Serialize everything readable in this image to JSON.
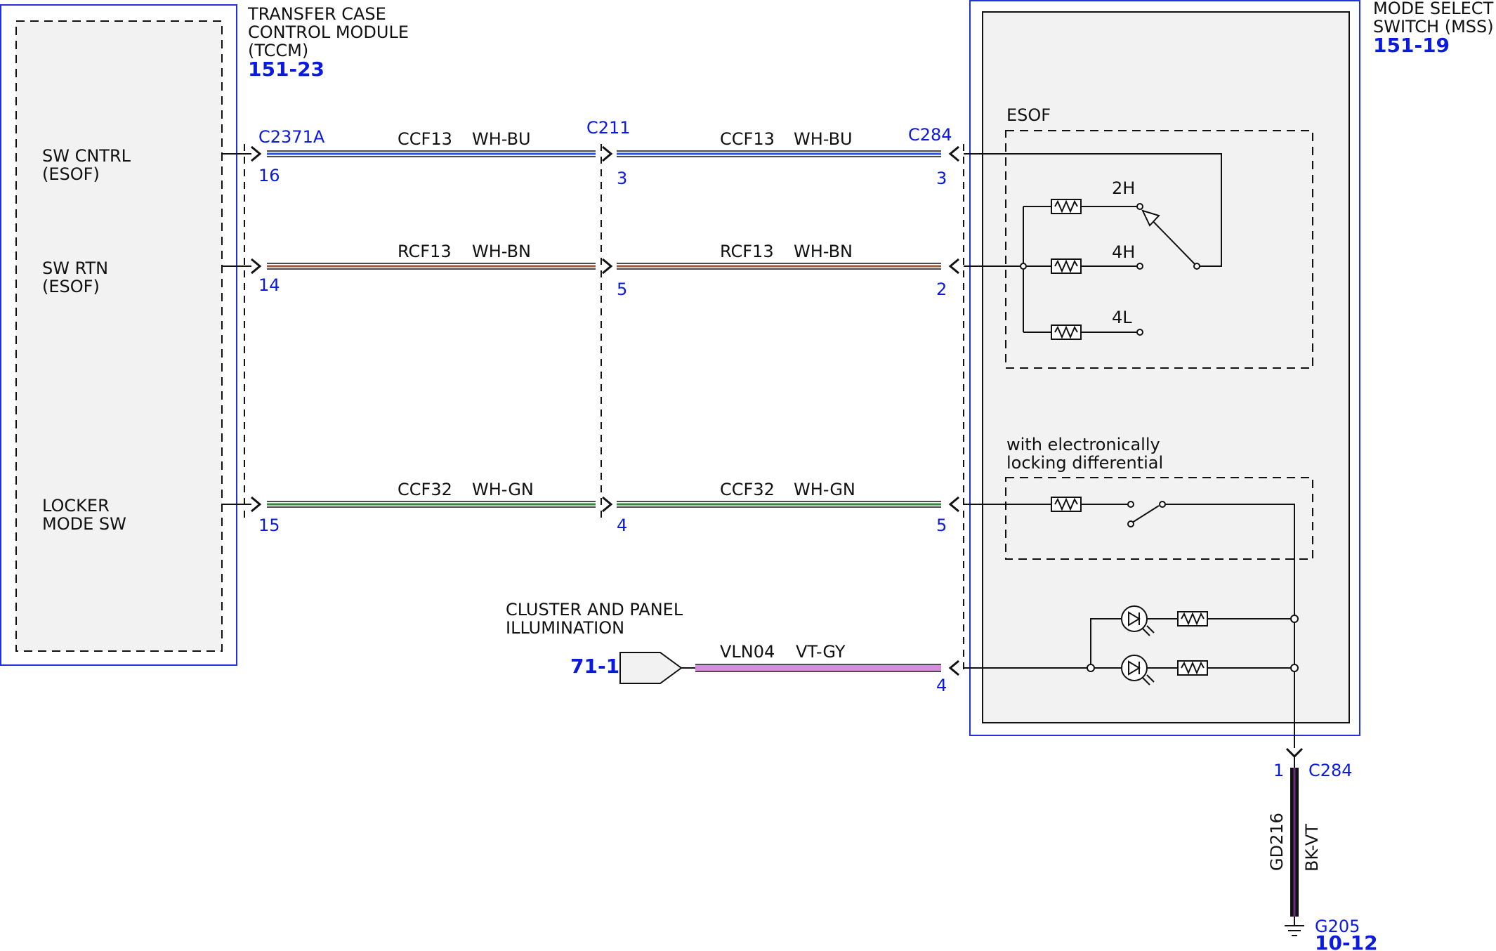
{
  "tccm": {
    "title_lines": [
      "TRANSFER CASE",
      "CONTROL MODULE",
      "(TCCM)"
    ],
    "ref": "151-23",
    "pins": [
      {
        "label_lines": [
          "SW CNTRL",
          "(ESOF)"
        ],
        "pin": "16"
      },
      {
        "label_lines": [
          "SW RTN",
          "(ESOF)"
        ],
        "pin": "14"
      },
      {
        "label_lines": [
          "LOCKER",
          "MODE SW"
        ],
        "pin": "15"
      }
    ]
  },
  "connectors": {
    "tccm": "C2371A",
    "inline": "C211",
    "mss": "C284",
    "ground_conn": "C284",
    "ground_pin": "1"
  },
  "wires": [
    {
      "circuit": "CCF13",
      "color": "WH-BU",
      "inline_pin": "3",
      "mss_pin": "3",
      "stroke": "#2c55e0"
    },
    {
      "circuit": "RCF13",
      "color": "WH-BN",
      "inline_pin": "5",
      "mss_pin": "2",
      "stroke": "#9b5a3c"
    },
    {
      "circuit": "CCF32",
      "color": "WH-GN",
      "inline_pin": "4",
      "mss_pin": "5",
      "stroke": "#2e8b3d"
    }
  ],
  "illumination": {
    "label_lines": [
      "CLUSTER AND PANEL",
      "ILLUMINATION"
    ],
    "ref": "71-1",
    "circuit": "VLN04",
    "color": "VT-GY",
    "mss_pin": "4",
    "stroke": "#d98be0"
  },
  "mss": {
    "title_lines": [
      "MODE SELECT",
      "SWITCH (MSS)"
    ],
    "ref": "151-19",
    "esof_label": "ESOF",
    "positions": [
      "2H",
      "4H",
      "4L"
    ],
    "locker_label_lines": [
      "with electronically",
      "locking differential"
    ]
  },
  "ground": {
    "circuit": "GD216",
    "color": "BK-VT",
    "point": "G205",
    "ref": "10-12"
  }
}
